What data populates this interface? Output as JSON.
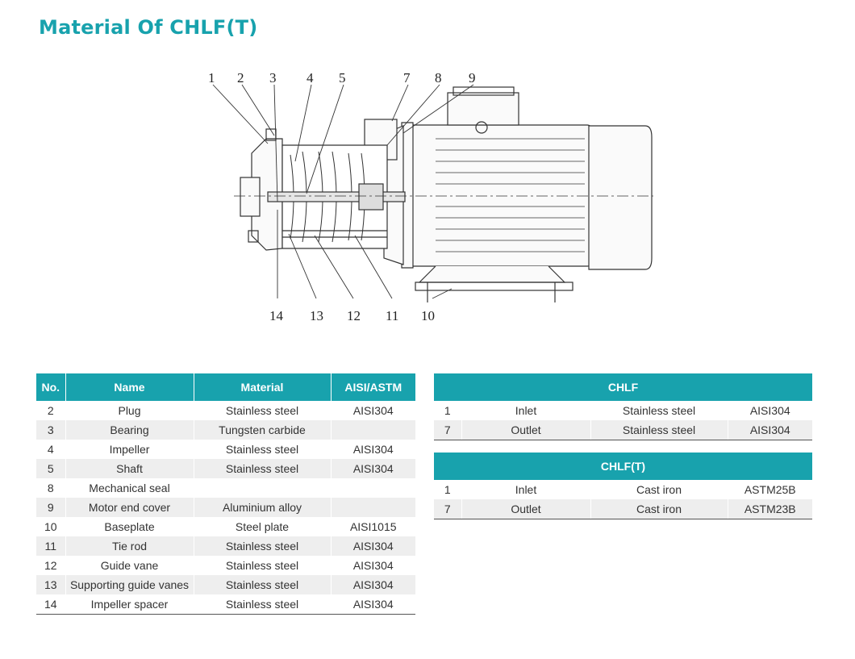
{
  "title": "Material Of CHLF(T)",
  "diagram": {
    "callouts_top": [
      "1",
      "2",
      "3",
      "4",
      "5",
      "7",
      "8",
      "9"
    ],
    "callouts_bottom": [
      "14",
      "13",
      "12",
      "11",
      "10"
    ]
  },
  "material_table": {
    "headers": [
      "No.",
      "Name",
      "Material",
      "AISI/ASTM"
    ],
    "rows": [
      [
        "2",
        "Plug",
        "Stainless steel",
        "AISI304"
      ],
      [
        "3",
        "Bearing",
        "Tungsten carbide",
        ""
      ],
      [
        "4",
        "Impeller",
        "Stainless steel",
        "AISI304"
      ],
      [
        "5",
        "Shaft",
        "Stainless steel",
        "AISI304"
      ],
      [
        "8",
        "Mechanical seal",
        "",
        ""
      ],
      [
        "9",
        "Motor end cover",
        "Aluminium alloy",
        ""
      ],
      [
        "10",
        "Baseplate",
        "Steel plate",
        "AISI1015"
      ],
      [
        "11",
        "Tie rod",
        "Stainless steel",
        "AISI304"
      ],
      [
        "12",
        "Guide vane",
        "Stainless steel",
        "AISI304"
      ],
      [
        "13",
        "Supporting guide vanes",
        "Stainless steel",
        "AISI304"
      ],
      [
        "14",
        "Impeller spacer",
        "Stainless steel",
        "AISI304"
      ]
    ]
  },
  "chlf_table": {
    "header": "CHLF",
    "rows": [
      [
        "1",
        "Inlet",
        "Stainless steel",
        "AISI304"
      ],
      [
        "7",
        "Outlet",
        "Stainless steel",
        "AISI304"
      ]
    ]
  },
  "chlft_table": {
    "header": "CHLF(T)",
    "rows": [
      [
        "1",
        "Inlet",
        "Cast iron",
        "ASTM25B"
      ],
      [
        "7",
        "Outlet",
        "Cast iron",
        "ASTM23B"
      ]
    ]
  }
}
